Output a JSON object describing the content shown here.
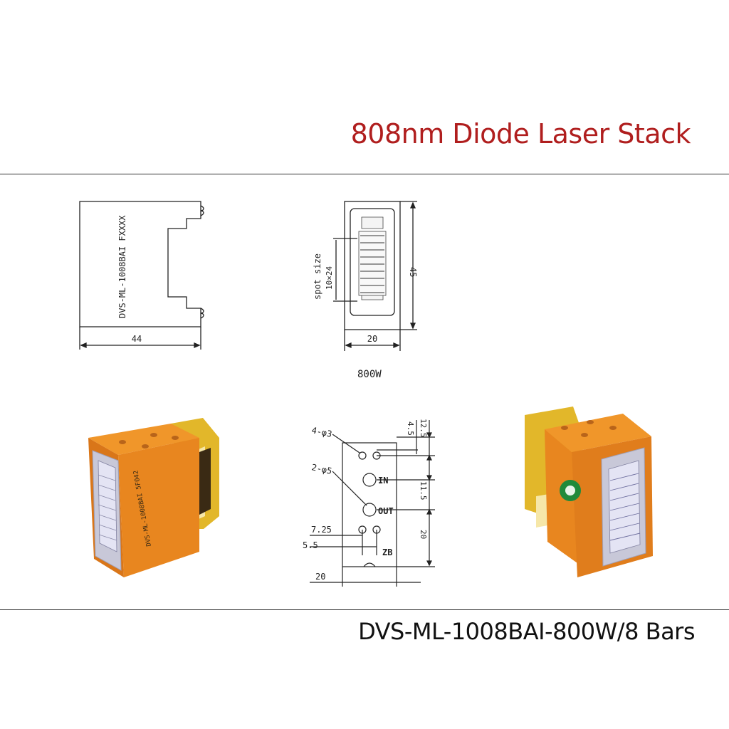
{
  "header": {
    "title": "808nm Diode Laser Stack"
  },
  "footer": {
    "model": "DVS-ML-1008BAI-800W/8 Bars"
  },
  "side_view": {
    "marking": "DVS-ML-1008BAI FXXXX",
    "width_dim": "44"
  },
  "front_view": {
    "spot_label": "spot size",
    "spot_value": "10×24",
    "height_dim": "45",
    "width_dim": "20"
  },
  "power_label": "800W",
  "back_view": {
    "hole_a": "4-φ3",
    "hole_b": "2-φ5",
    "in_label": "IN",
    "out_label": "OUT",
    "zb_label": "ZB",
    "dim_4_5": "4.5",
    "dim_12_5": "12.5",
    "dim_11_5": "11.5",
    "dim_20_v": "20",
    "dim_7_25": "7.25",
    "dim_5_5": "5.5",
    "dim_20_h": "20"
  },
  "photo_left": {
    "label": "DVS-ML-1008BAI 5F042"
  },
  "colors": {
    "title": "#b01e1e",
    "body_orange": "#e8861f",
    "gold": "#e2b72a"
  }
}
